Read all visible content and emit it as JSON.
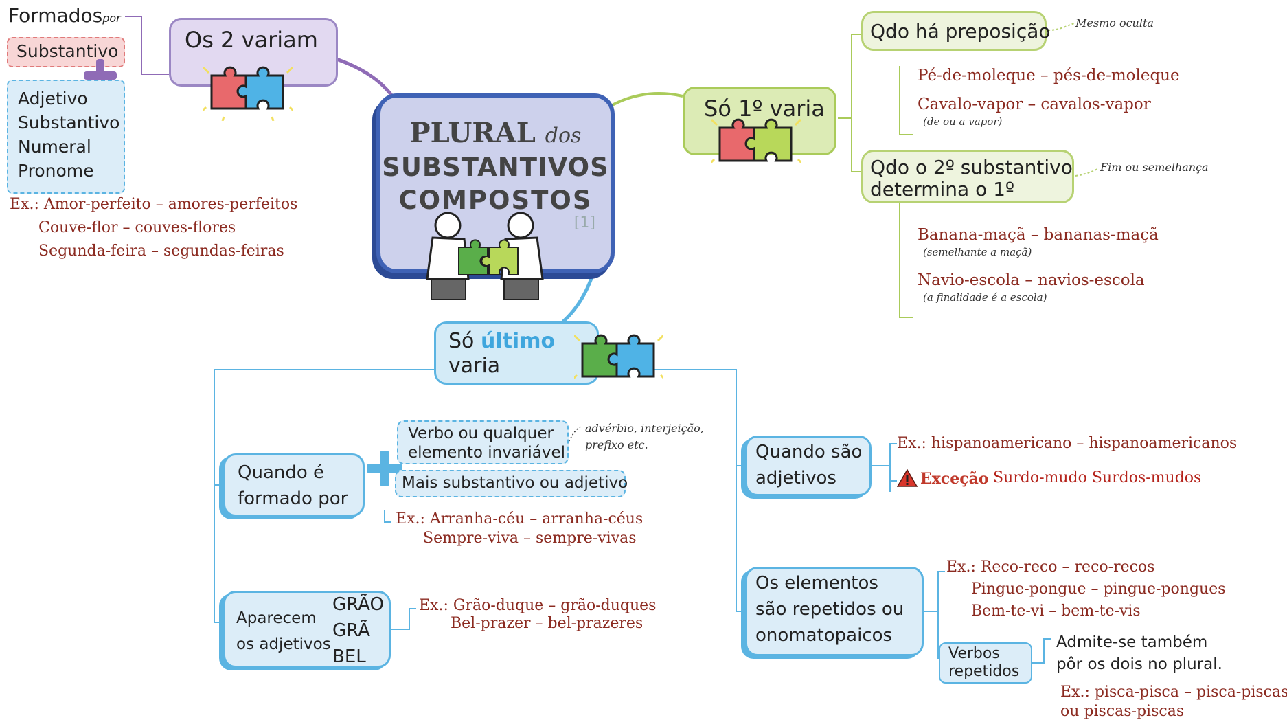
{
  "center": {
    "title_line1": "PLURAL",
    "title_dos": "dos",
    "title_line2": "SUBSTANTIVOS",
    "title_line3": "COMPOSTOS",
    "ref": "[1]"
  },
  "os2": {
    "title": "Os 2 variam",
    "formados": "Formados",
    "por": "por",
    "substantivo": "Substantivo",
    "list": [
      "Adjetivo",
      "Substantivo",
      "Numeral",
      "Pronome"
    ],
    "examples": [
      "Ex.: Amor-perfeito – amores-perfeitos",
      "Couve-flor – couves-flores",
      "Segunda-feira – segundas-feiras"
    ]
  },
  "so1": {
    "title": "Só 1º varia",
    "preposicao": {
      "label": "Qdo há preposição",
      "note": "Mesmo oculta",
      "ex1": "Pé-de-moleque – pés-de-moleque",
      "ex2": "Cavalo-vapor – cavalos-vapor",
      "ex2_note": "(de ou a vapor)"
    },
    "segundo": {
      "label_line1": "Qdo o 2º substantivo",
      "label_line2": "determina o 1º",
      "note": "Fim ou semelhança",
      "ex1": "Banana-maçã – bananas-maçã",
      "ex1_note": "(semelhante a maçã)",
      "ex2": "Navio-escola – navios-escola",
      "ex2_note": "(a finalidade é a escola)"
    }
  },
  "ultimo": {
    "title_so": "Só",
    "title_ultimo": "último",
    "title_varia": "varia",
    "quando_formado": {
      "label_line1": "Quando é",
      "label_line2": "formado por",
      "verbo_line1": "Verbo ou qualquer",
      "verbo_line2": "elemento invariável",
      "verbo_note_line1": "advérbio, interjeição,",
      "verbo_note_line2": "prefixo etc.",
      "mais": "Mais substantivo ou adjetivo",
      "ex1": "Ex.: Arranha-céu – arranha-céus",
      "ex2": "Sempre-viva – sempre-vivas"
    },
    "aparecem": {
      "label_line1": "Aparecem",
      "label_line2": "os adjetivos",
      "words": [
        "GRÃO",
        "GRÃ",
        "BEL"
      ],
      "ex1": "Ex.: Grão-duque – grão-duques",
      "ex2": "Bel-prazer – bel-prazeres"
    },
    "adjetivos": {
      "label_line1": "Quando são",
      "label_line2": "adjetivos",
      "ex": "Ex.: hispanoamericano – hispanoamericanos",
      "excecao_label": "Exceção",
      "excecao_text": "Surdo-mudo Surdos-mudos"
    },
    "repetidos": {
      "label_line1": "Os elementos",
      "label_line2": "são repetidos ou",
      "label_line3": "onomatopaicos",
      "ex1": "Ex.: Reco-reco – reco-recos",
      "ex2": "Pingue-pongue – pingue-pongues",
      "ex3": "Bem-te-vi – bem-te-vis",
      "verbos_line1": "Verbos",
      "verbos_line2": "repetidos",
      "admite_line1": "Admite-se também",
      "admite_line2": "pôr os dois no plural.",
      "verbos_ex1": "Ex.: pisca-pisca – pisca-piscas",
      "verbos_ex2": "ou piscas-piscas"
    }
  },
  "colors": {
    "purple": "#9b87c4",
    "green": "#aacb5a",
    "blue": "#5bb4e2",
    "example_red": "#8b2a20",
    "center_blue": "#3f62b5"
  }
}
